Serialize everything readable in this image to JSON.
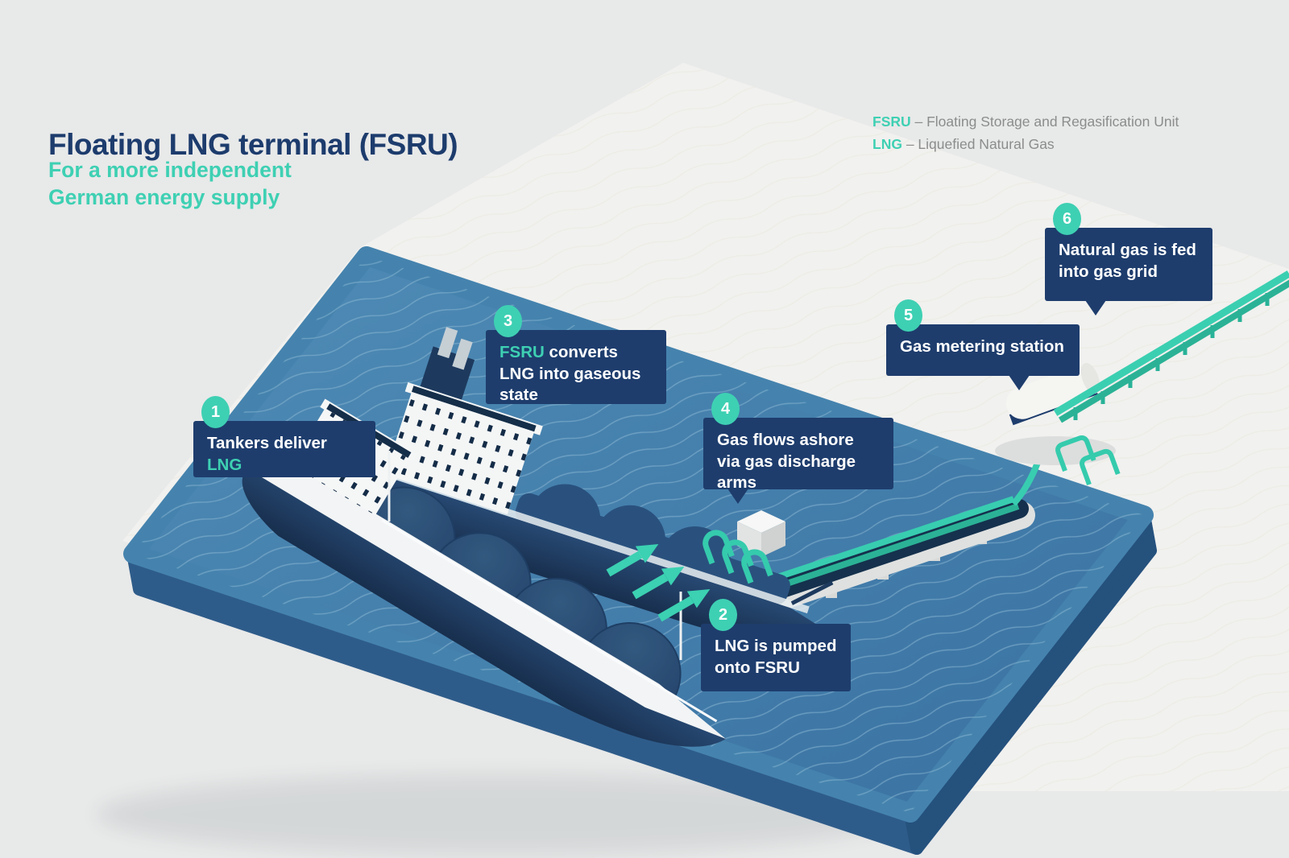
{
  "header": {
    "title": "Floating LNG terminal (FSRU)",
    "subtitle_lines": [
      "For a more independent",
      "German energy supply"
    ]
  },
  "legend": {
    "items": [
      {
        "abbr": "FSRU",
        "desc": " – Floating Storage and Regasification Unit"
      },
      {
        "abbr": "LNG",
        "desc": " – Liquefied Natural Gas"
      }
    ]
  },
  "callouts": [
    {
      "number": "1",
      "before": "Tankers deliver ",
      "accent": "LNG",
      "after": ""
    },
    {
      "number": "2",
      "before": "LNG is pumped onto FSRU",
      "accent": "",
      "after": ""
    },
    {
      "number": "3",
      "before": "",
      "accent": "FSRU",
      "after": " converts LNG into gaseous state"
    },
    {
      "number": "4",
      "before": "Gas flows ashore via gas discharge arms",
      "accent": "",
      "after": ""
    },
    {
      "number": "5",
      "before": "Gas metering station",
      "accent": "",
      "after": ""
    },
    {
      "number": "6",
      "before": "Natural gas is fed into gas grid",
      "accent": "",
      "after": ""
    }
  ],
  "scene": {
    "elements": [
      "water-basin",
      "harbour-land",
      "lng-tanker",
      "fsru-vessel",
      "jetty-with-pipeline",
      "gas-discharge-arms",
      "gas-metering-station",
      "pipeline-to-gas-grid",
      "transfer-arrows"
    ]
  },
  "colors": {
    "accent_teal": "#3ED0B3",
    "callout_navy": "#1E3D6D",
    "title_navy": "#1D3C6D",
    "legend_gray": "#8B8C8C",
    "water_blue": "#4380AD",
    "background_gray": "#E8E9E9",
    "land_gray": "#F1F1EF"
  }
}
